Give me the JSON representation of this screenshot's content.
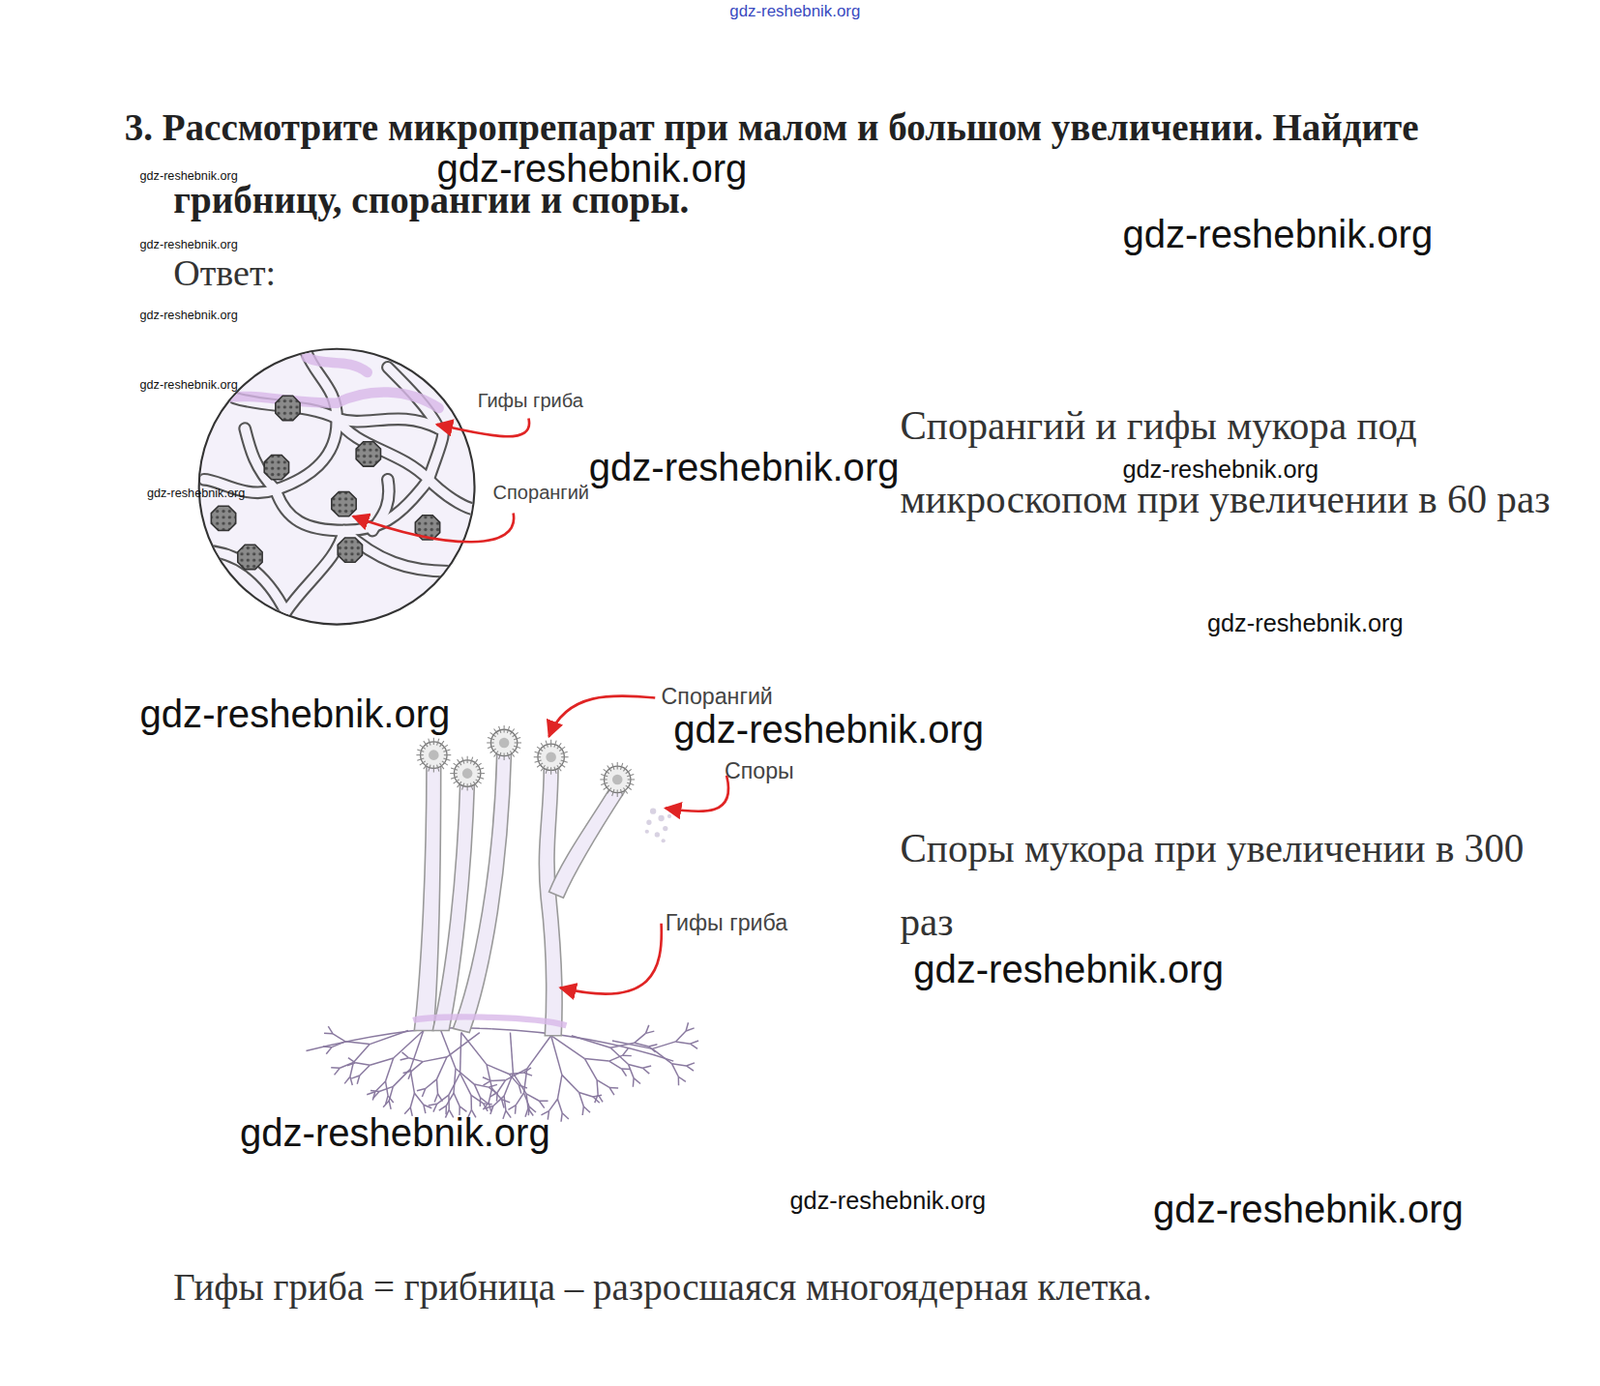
{
  "diagram": {
    "title": "3. Рассмотрите микропрепарат при малом и большом увеличении. Найдите грибницу, спорангии и споры.",
    "labels": [
      "gdz-reshebnik.org",
      "gdz-reshebnik.org",
      "gdz-reshebnik.org",
      "gdz-reshebnik.org",
      "Ответ:",
      "gdz-reshebnik.org",
      "gdz-reshebnik.org",
      "Гифы гриба",
      "gdz-reshebnik.org",
      "Спорангий и гифы мукора под микроскопом при увеличении в 60 раз",
      "gdz-reshebnik.org",
      "gdz-reshebnik.org",
      "gdz-reshebnik.org",
      "Спорангий",
      "gdz-reshebnik.org",
      "Спорангий",
      "gdz-reshebnik.org",
      "gdz-reshebnik.org",
      "Споры",
      "Споры мукора при увеличении в 300 раз",
      "Гифы гриба",
      "gdz-reshebnik.org",
      "gdz-reshebnik.org",
      "gdz-reshebnik.org",
      "gdz-reshebnik.org",
      "Гифы гриба = грибница – разросшаяся многоядерная клетка."
    ]
  }
}
